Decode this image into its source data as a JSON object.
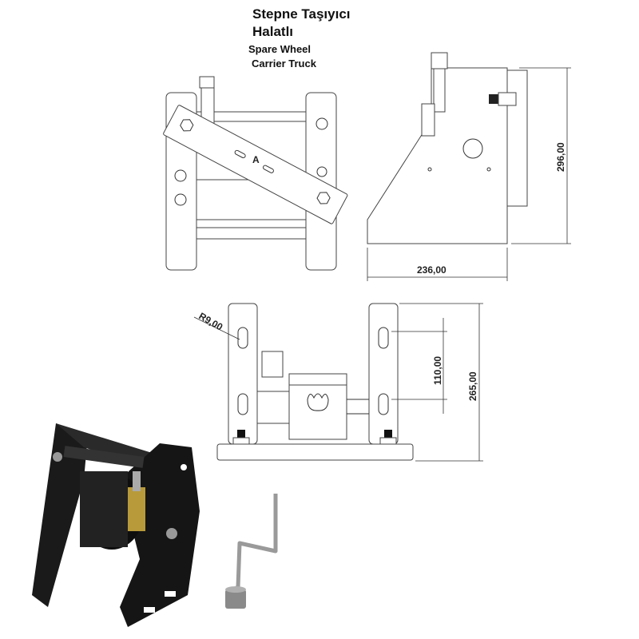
{
  "title": {
    "line1": "Stepne Taşıyıcı",
    "line2": "Halatlı",
    "line3": "Spare Wheel",
    "line4": "Carrier Truck"
  },
  "front_view": {
    "label_a": "A"
  },
  "side_view": {
    "height_dim": "296,00",
    "width_dim": "236,00"
  },
  "bottom_view": {
    "radius_dim": "R9,00",
    "slot_spacing_dim": "110,00",
    "height_dim": "265,00"
  },
  "colors": {
    "line": "#333333",
    "product_body": "#1a1a1a",
    "brass": "#b89a3a",
    "crank": "#9a9a9a"
  }
}
